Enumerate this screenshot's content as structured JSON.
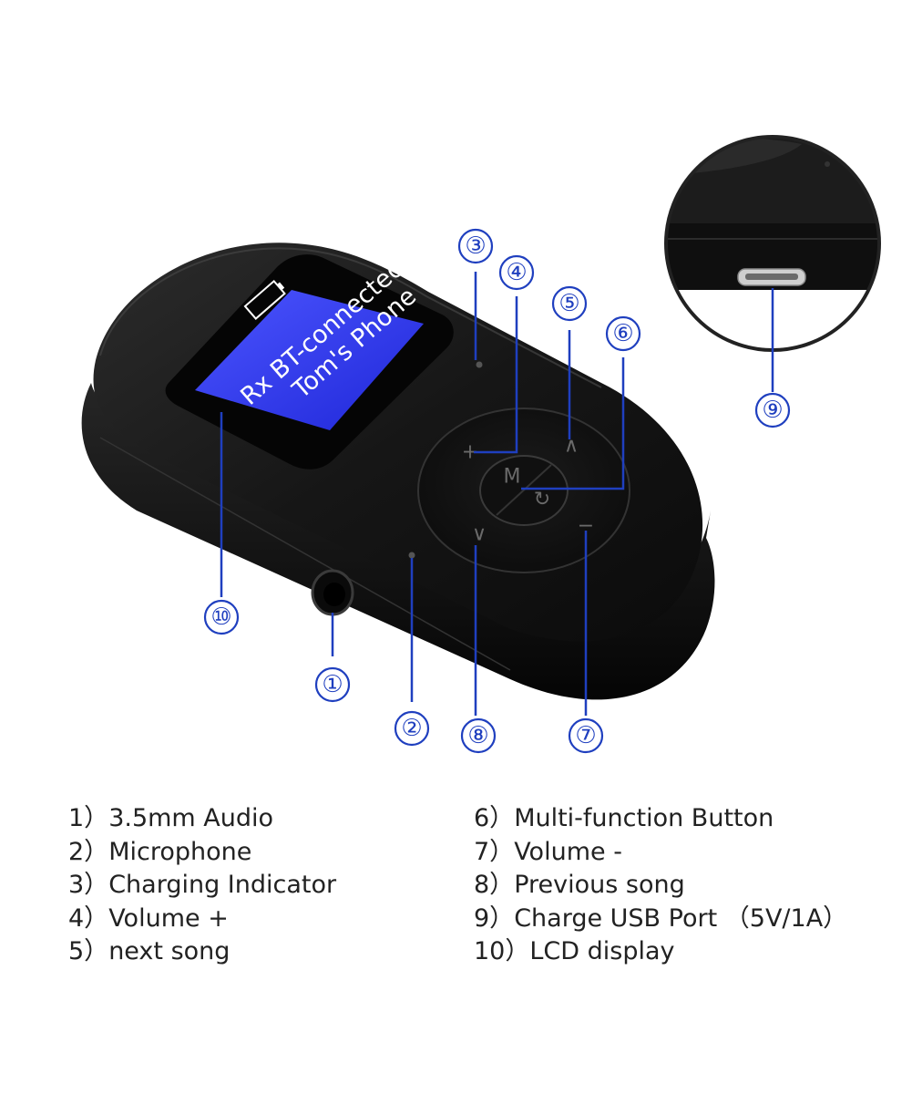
{
  "device": {
    "lcd_lines": [
      "Rx BT-connected",
      "Tom's Phone"
    ],
    "button_glyphs": {
      "center_top": "M",
      "center_bottom": "↻",
      "plus": "+",
      "minus": "−",
      "next": "∧",
      "prev": "∨"
    }
  },
  "callouts": [
    {
      "id": "1",
      "label": "①"
    },
    {
      "id": "2",
      "label": "②"
    },
    {
      "id": "3",
      "label": "③"
    },
    {
      "id": "4",
      "label": "④"
    },
    {
      "id": "5",
      "label": "⑤"
    },
    {
      "id": "6",
      "label": "⑥"
    },
    {
      "id": "7",
      "label": "⑦"
    },
    {
      "id": "8",
      "label": "⑧"
    },
    {
      "id": "9",
      "label": "⑨"
    },
    {
      "id": "10",
      "label": "⑩"
    }
  ],
  "legend": {
    "left": [
      {
        "num": "1）",
        "text": "3.5mm Audio"
      },
      {
        "num": "2）",
        "text": "Microphone"
      },
      {
        "num": "3）",
        "text": "Charging Indicator"
      },
      {
        "num": "4）",
        "text": "Volume +"
      },
      {
        "num": "5）",
        "text": "next song"
      }
    ],
    "right": [
      {
        "num": "6）",
        "text": "Multi-function Button"
      },
      {
        "num": "7）",
        "text": "Volume -"
      },
      {
        "num": "8）",
        "text": "Previous song"
      },
      {
        "num": "9）",
        "text": "Charge USB Port （5V/1A）"
      },
      {
        "num": "10）",
        "text": "LCD display"
      }
    ]
  },
  "colors": {
    "accent": "#1f3fbf",
    "lcd": "#2f3cf0",
    "body": "#141414"
  }
}
